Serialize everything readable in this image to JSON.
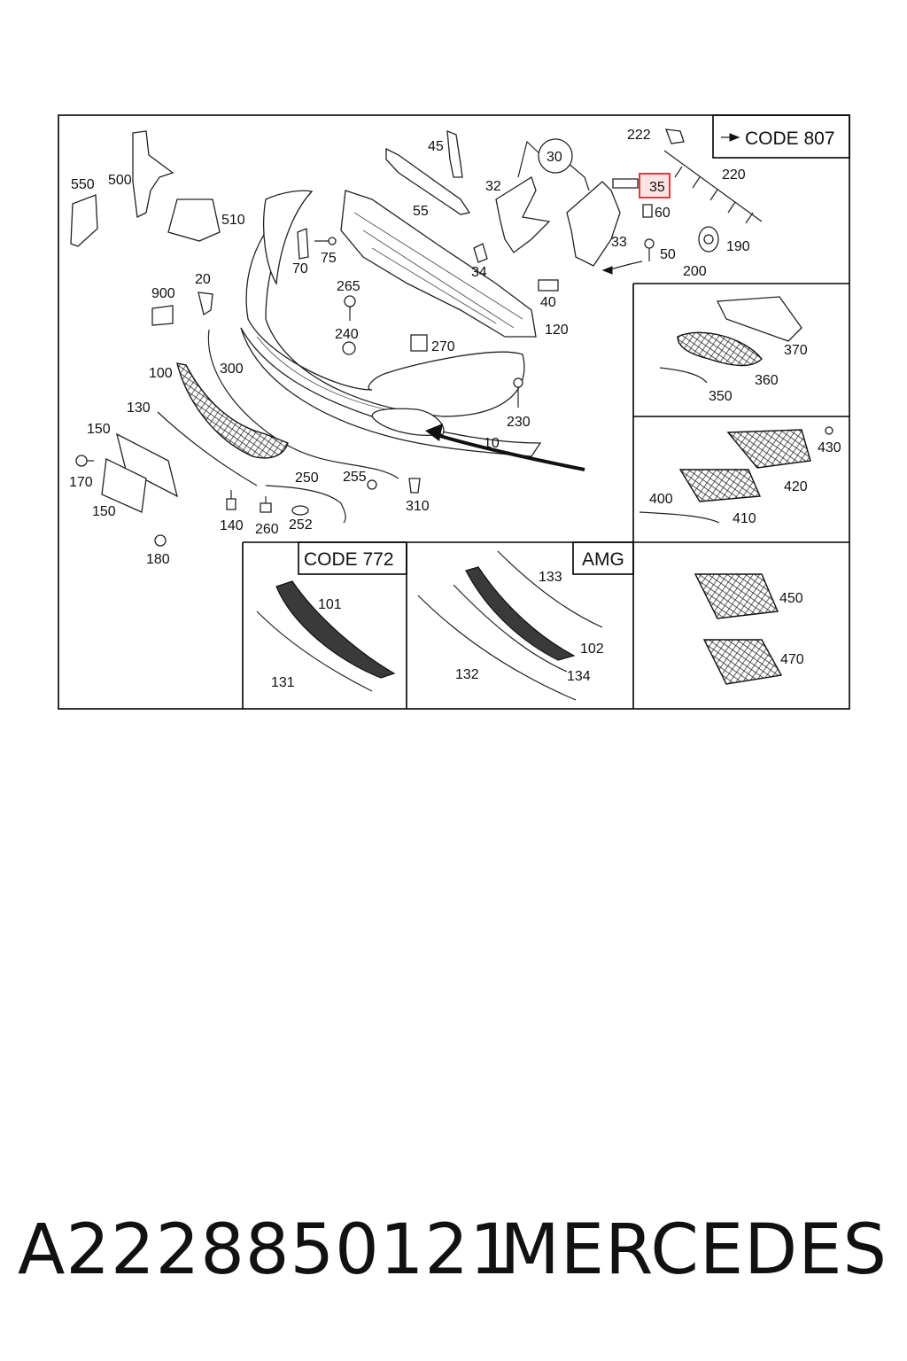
{
  "codes": {
    "code_807": "CODE 807",
    "code_772": "CODE 772",
    "amg": "AMG"
  },
  "callouts": {
    "c10": "10",
    "c20": "20",
    "c30": "30",
    "c32": "32",
    "c33": "33",
    "c34": "34",
    "c35": "35",
    "c40": "40",
    "c45": "45",
    "c50": "50",
    "c55": "55",
    "c60": "60",
    "c70": "70",
    "c75": "75",
    "c100": "100",
    "c101": "101",
    "c102": "102",
    "c120": "120",
    "c130": "130",
    "c131": "131",
    "c132": "132",
    "c133": "133",
    "c134": "134",
    "c140": "140",
    "c150a": "150",
    "c150b": "150",
    "c170": "170",
    "c180": "180",
    "c190": "190",
    "c200": "200",
    "c220": "220",
    "c222": "222",
    "c230": "230",
    "c240": "240",
    "c250": "250",
    "c252": "252",
    "c255": "255",
    "c260": "260",
    "c265": "265",
    "c270": "270",
    "c300": "300",
    "c310": "310",
    "c350": "350",
    "c360": "360",
    "c370": "370",
    "c400": "400",
    "c410": "410",
    "c420": "420",
    "c430": "430",
    "c450": "450",
    "c470": "470",
    "c500": "500",
    "c510": "510",
    "c550": "550",
    "c900": "900"
  },
  "highlight": {
    "part": "35",
    "color": "#e0393e",
    "fill": "#fde3e4"
  },
  "caption": {
    "part_number": "A2228850121",
    "brand": "MERCEDES"
  }
}
